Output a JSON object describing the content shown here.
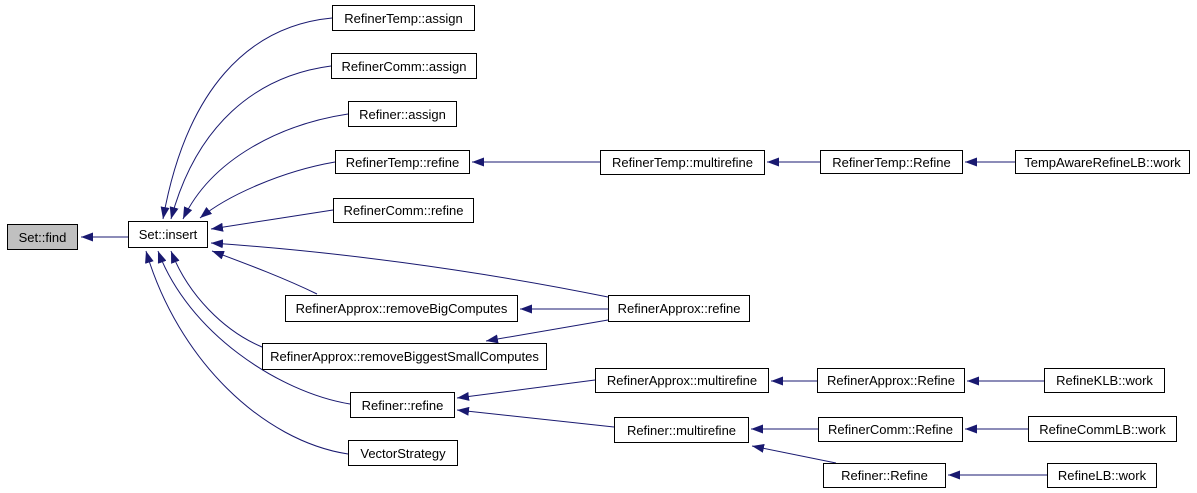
{
  "colors": {
    "background": "#ffffff",
    "node_fill": "#ffffff",
    "node_border": "#000000",
    "highlight_fill": "#c0c0c0",
    "edge": "#191970"
  },
  "nodes": [
    {
      "id": "set-find",
      "label": "Set::find",
      "highlighted": true
    },
    {
      "id": "set-insert",
      "label": "Set::insert",
      "highlighted": false
    },
    {
      "id": "refinertemp-assign",
      "label": "RefinerTemp::assign",
      "highlighted": false
    },
    {
      "id": "refinercomm-assign",
      "label": "RefinerComm::assign",
      "highlighted": false
    },
    {
      "id": "refiner-assign",
      "label": "Refiner::assign",
      "highlighted": false
    },
    {
      "id": "refinertemp-refine",
      "label": "RefinerTemp::refine",
      "highlighted": false
    },
    {
      "id": "refinercomm-refine",
      "label": "RefinerComm::refine",
      "highlighted": false
    },
    {
      "id": "refinerapprox-removebigcomputes",
      "label": "RefinerApprox::removeBigComputes",
      "highlighted": false
    },
    {
      "id": "refinerapprox-removebiggestsmallcomputes",
      "label": "RefinerApprox::removeBiggestSmallComputes",
      "highlighted": false
    },
    {
      "id": "refiner-refine",
      "label": "Refiner::refine",
      "highlighted": false
    },
    {
      "id": "vectorstrategy",
      "label": "VectorStrategy",
      "highlighted": false
    },
    {
      "id": "refinertemp-multirefine",
      "label": "RefinerTemp::multirefine",
      "highlighted": false
    },
    {
      "id": "refinerapprox-refine",
      "label": "RefinerApprox::refine",
      "highlighted": false
    },
    {
      "id": "refinerapprox-multirefine",
      "label": "RefinerApprox::multirefine",
      "highlighted": false
    },
    {
      "id": "refiner-multirefine",
      "label": "Refiner::multirefine",
      "highlighted": false
    },
    {
      "id": "refinertemp-refine-cap",
      "label": "RefinerTemp::Refine",
      "highlighted": false
    },
    {
      "id": "refinerapprox-refine-cap",
      "label": "RefinerApprox::Refine",
      "highlighted": false
    },
    {
      "id": "refinercomm-refine-cap",
      "label": "RefinerComm::Refine",
      "highlighted": false
    },
    {
      "id": "refiner-refine-cap",
      "label": "Refiner::Refine",
      "highlighted": false
    },
    {
      "id": "tempawarerefinelb-work",
      "label": "TempAwareRefineLB::work",
      "highlighted": false
    },
    {
      "id": "refineklb-work",
      "label": "RefineKLB::work",
      "highlighted": false
    },
    {
      "id": "refinecommlb-work",
      "label": "RefineCommLB::work",
      "highlighted": false
    },
    {
      "id": "refinelb-work",
      "label": "RefineLB::work",
      "highlighted": false
    }
  ],
  "edges": [
    {
      "from": "set-insert",
      "to": "set-find"
    },
    {
      "from": "refinertemp-assign",
      "to": "set-insert"
    },
    {
      "from": "refinercomm-assign",
      "to": "set-insert"
    },
    {
      "from": "refiner-assign",
      "to": "set-insert"
    },
    {
      "from": "refinertemp-refine",
      "to": "set-insert"
    },
    {
      "from": "refinercomm-refine",
      "to": "set-insert"
    },
    {
      "from": "refinerapprox-refine",
      "to": "set-insert"
    },
    {
      "from": "refinerapprox-removebigcomputes",
      "to": "set-insert"
    },
    {
      "from": "refinerapprox-removebiggestsmallcomputes",
      "to": "set-insert"
    },
    {
      "from": "refiner-refine",
      "to": "set-insert"
    },
    {
      "from": "vectorstrategy",
      "to": "set-insert"
    },
    {
      "from": "refinertemp-multirefine",
      "to": "refinertemp-refine"
    },
    {
      "from": "refinertemp-refine-cap",
      "to": "refinertemp-multirefine"
    },
    {
      "from": "tempawarerefinelb-work",
      "to": "refinertemp-refine-cap"
    },
    {
      "from": "refinerapprox-refine",
      "to": "refinerapprox-removebigcomputes"
    },
    {
      "from": "refinerapprox-refine",
      "to": "refinerapprox-removebiggestsmallcomputes"
    },
    {
      "from": "refinerapprox-multirefine",
      "to": "refiner-refine"
    },
    {
      "from": "refiner-multirefine",
      "to": "refiner-refine"
    },
    {
      "from": "refinerapprox-refine-cap",
      "to": "refinerapprox-multirefine"
    },
    {
      "from": "refineklb-work",
      "to": "refinerapprox-refine-cap"
    },
    {
      "from": "refinercomm-refine-cap",
      "to": "refiner-multirefine"
    },
    {
      "from": "refinecommlb-work",
      "to": "refinercomm-refine-cap"
    },
    {
      "from": "refiner-refine-cap",
      "to": "refiner-multirefine"
    },
    {
      "from": "refinelb-work",
      "to": "refiner-refine-cap"
    }
  ]
}
